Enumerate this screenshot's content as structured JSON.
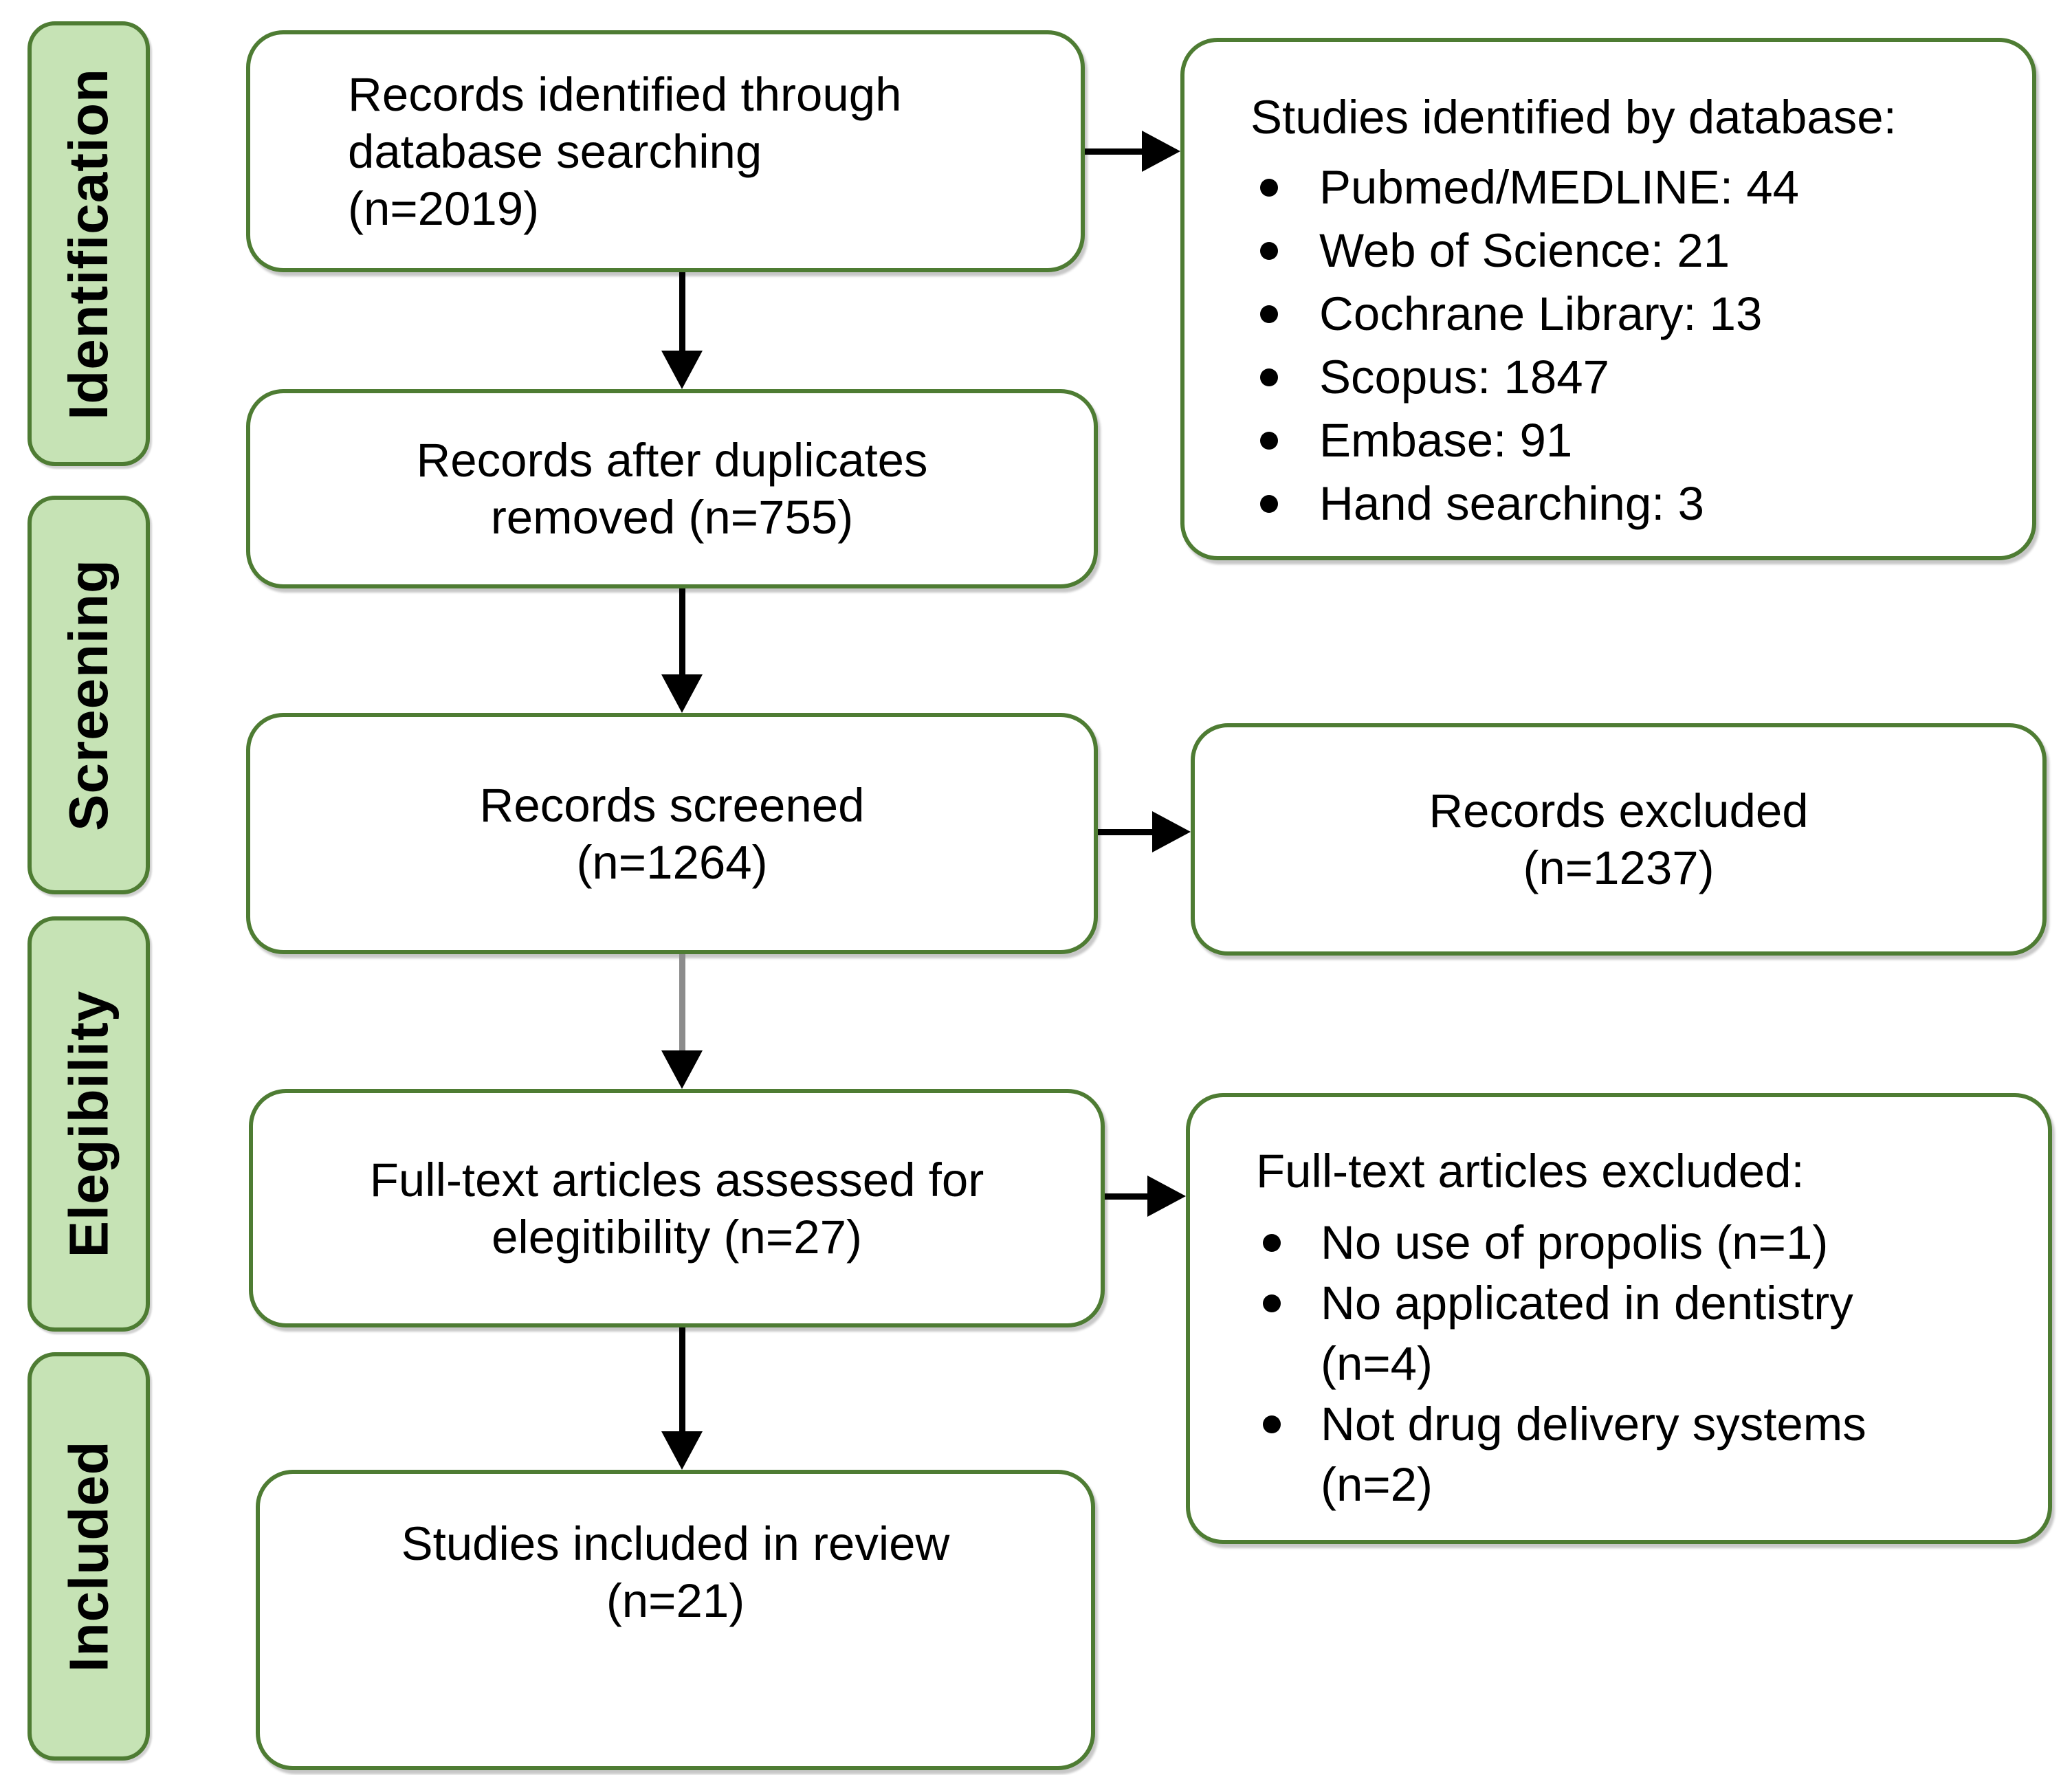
{
  "colors": {
    "stage_fill": "#c6e3b5",
    "stage_border": "#4e7c33",
    "box_border": "#4e7c33",
    "arrow": "#000000",
    "arrow_gray": "#8c8c8c"
  },
  "stages": [
    {
      "label": "Identification"
    },
    {
      "label": "Screening"
    },
    {
      "label": "Elegibility"
    },
    {
      "label": "Included"
    }
  ],
  "boxes": {
    "identified": {
      "lines": [
        "Records identified through",
        "database searching",
        "(n=2019)"
      ]
    },
    "deduplicated": {
      "lines": [
        "Records after duplicates",
        "removed (n=755)"
      ]
    },
    "screened": {
      "lines": [
        "Records screened",
        "(n=1264)"
      ]
    },
    "fulltext_assessed": {
      "lines": [
        "Full-text articles assessed for",
        "elegitibility (n=27)"
      ]
    },
    "included_review": {
      "lines": [
        "Studies included in review",
        "(n=21)"
      ]
    },
    "by_database": {
      "title": "Studies identified by database:",
      "items": [
        "Pubmed/MEDLINE: 44",
        "Web of Science: 21",
        "Cochrane Library: 13",
        "Scopus: 1847",
        "Embase: 91",
        "Hand searching: 3"
      ]
    },
    "records_excluded": {
      "lines": [
        "Records excluded",
        "(n=1237)"
      ]
    },
    "fulltext_excluded": {
      "title": "Full-text articles excluded:",
      "items": [
        {
          "lines": [
            "No use of propolis (n=1)"
          ]
        },
        {
          "lines": [
            "No applicated in dentistry",
            "(n=4)"
          ]
        },
        {
          "lines": [
            "Not drug delivery systems",
            "(n=2)"
          ]
        }
      ]
    }
  }
}
